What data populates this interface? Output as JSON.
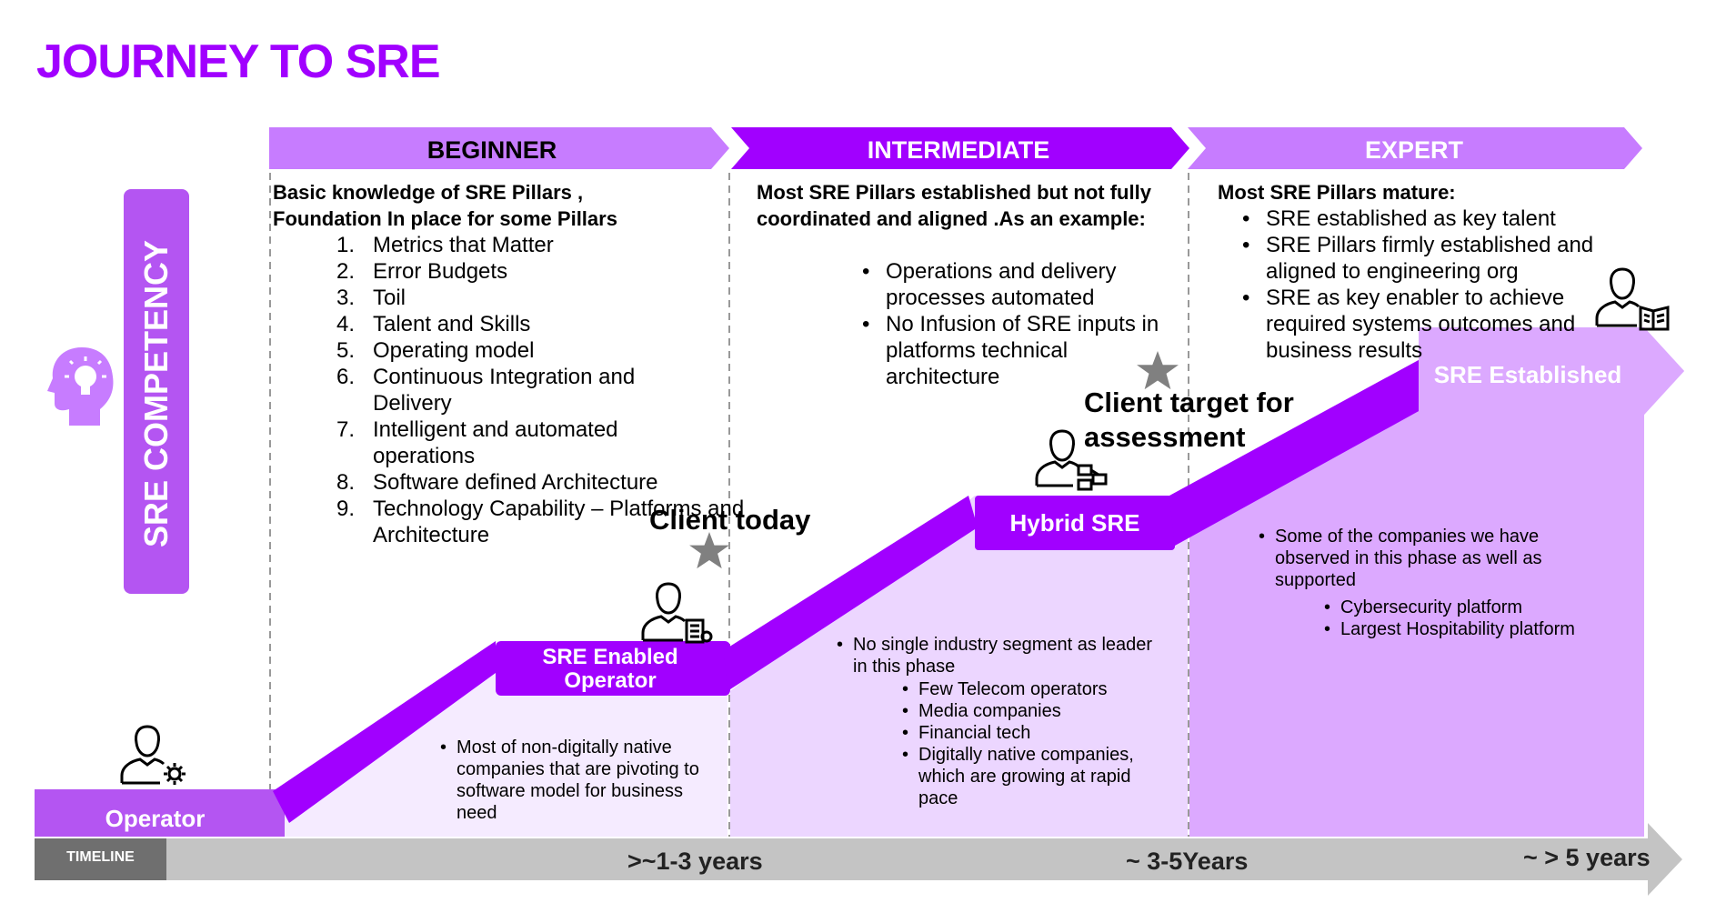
{
  "title": "JOURNEY TO SRE",
  "competency_label": "SRE COMPETENCY",
  "phases": [
    {
      "label": "BEGINNER"
    },
    {
      "label": "INTERMEDIATE"
    },
    {
      "label": "EXPERT"
    }
  ],
  "beginner": {
    "heading_line1": "Basic knowledge of SRE Pillars ,",
    "heading_line2": "Foundation In place for some Pillars",
    "items": [
      {
        "num": "1.",
        "text": "Metrics that Matter"
      },
      {
        "num": "2.",
        "text": "Error Budgets"
      },
      {
        "num": "3.",
        "text": "Toil"
      },
      {
        "num": "4.",
        "text": "Talent and Skills"
      },
      {
        "num": "5.",
        "text": "Operating model"
      },
      {
        "num": "6.",
        "text": "Continuous Integration and Delivery"
      },
      {
        "num": "7.",
        "text": "Intelligent and  automated operations"
      },
      {
        "num": "8.",
        "text": "Software defined Architecture"
      },
      {
        "num": "9.",
        "text": "Technology Capability – Platforms and Architecture"
      }
    ],
    "observations": "Most of non-digitally native companies that are pivoting to software model for business need"
  },
  "intermediate": {
    "heading": "Most SRE Pillars established but not fully coordinated  and aligned .As an example:",
    "items": [
      "Operations and delivery processes automated",
      "No Infusion of SRE inputs  in platforms technical architecture"
    ],
    "observations": "No single industry segment as leader in this phase",
    "observation_items": [
      "Few Telecom operators",
      "Media companies",
      "Financial tech",
      "Digitally native companies, which are growing at rapid pace"
    ]
  },
  "expert": {
    "heading": "Most SRE Pillars mature:",
    "items": [
      "SRE established as key talent",
      "SRE Pillars  firmly established and aligned  to engineering org",
      "SRE as key enabler to achieve required systems outcomes and business results"
    ],
    "observations": "Some of the companies we have observed in this phase as well as supported",
    "observation_items": [
      "Cybersecurity platform",
      "Largest Hospitability platform"
    ]
  },
  "stages": {
    "operator": "Operator",
    "sre_enabled_operator_line1": "SRE Enabled",
    "sre_enabled_operator_line2": "Operator",
    "hybrid_sre": "Hybrid SRE",
    "sre_established": "SRE Established"
  },
  "callouts": {
    "client_today": "Client today",
    "client_target_line1": "Client target for",
    "client_target_line2": "assessment"
  },
  "timeline": {
    "label": "TIMELINE",
    "t1": ">~1-3 years",
    "t2": "~ 3-5Years",
    "t3": "~ > 5 years"
  },
  "colors": {
    "accent": "#a100ff",
    "phase_light": "#c77cff",
    "phase_dark": "#a100ff",
    "stair": "#a100ff",
    "zone_beginner": "#f5ebff",
    "zone_intermediate": "#ecd6ff",
    "zone_expert": "#dca9ff",
    "timeline": "#bdbdbd"
  },
  "icons": [
    "person-gear-icon",
    "person-document-icon",
    "person-network-icon",
    "person-book-icon",
    "lightbulb-head-icon",
    "star-icon"
  ]
}
